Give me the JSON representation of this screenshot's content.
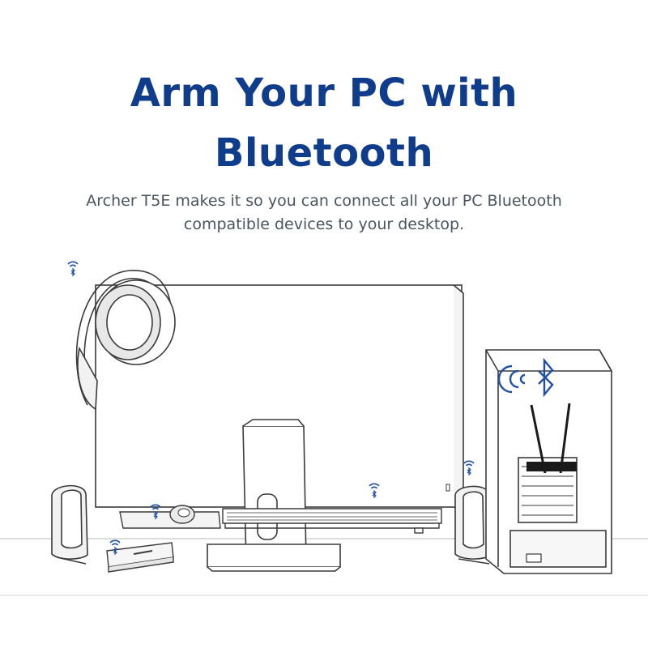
{
  "headline": {
    "line1": "Arm Your PC with",
    "line2": "Bluetooth"
  },
  "description": {
    "line1": "Archer T5E makes it so you can connect all your PC Bluetooth",
    "line2": "compatible devices to your desktop."
  },
  "colors": {
    "headline": "#0f3d8c",
    "body_text": "#4a5560",
    "bluetooth_icon": "#1f4fa8",
    "line_art": "#3a3a3a"
  },
  "icons": [
    "bluetooth-signal-icon",
    "bluetooth-logo-icon"
  ]
}
